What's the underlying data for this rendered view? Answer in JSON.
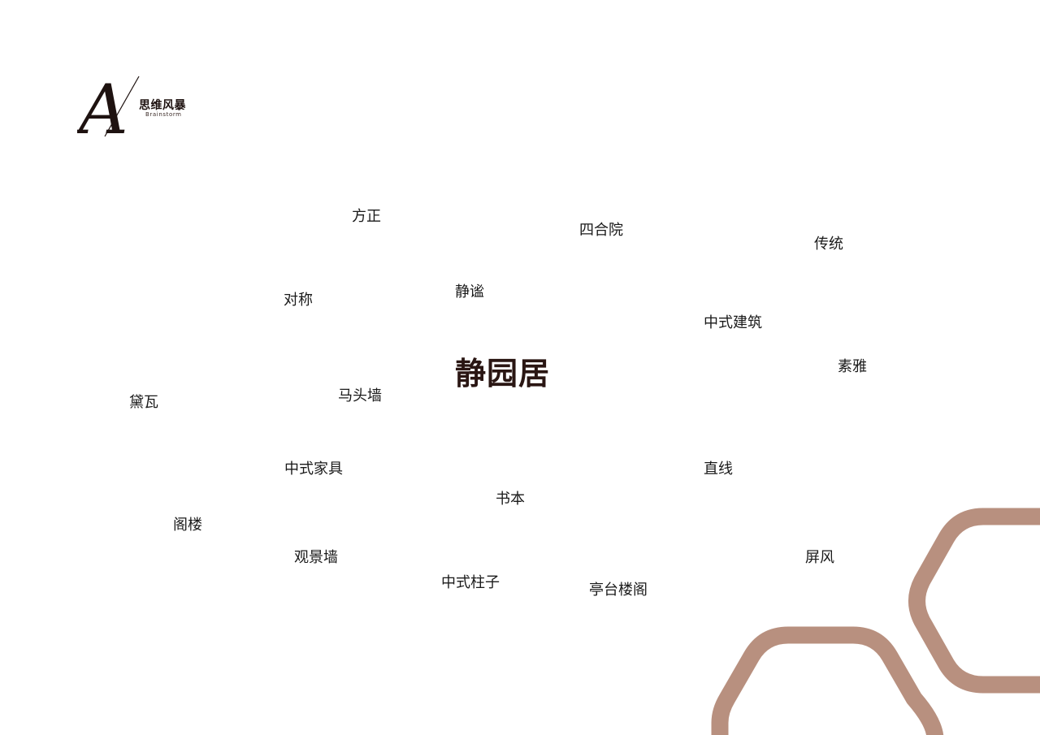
{
  "logo": {
    "letter": "A",
    "title": "思维风暴",
    "subtitle": "Brainstorm"
  },
  "center_word": "静园居",
  "words": [
    {
      "id": "fangzheng",
      "text": "方正"
    },
    {
      "id": "siheyuan",
      "text": "四合院"
    },
    {
      "id": "chuantong",
      "text": "传统"
    },
    {
      "id": "duichen",
      "text": "对称"
    },
    {
      "id": "jingmi",
      "text": "静谧"
    },
    {
      "id": "zhongshi-jianzhu",
      "text": "中式建筑"
    },
    {
      "id": "suya",
      "text": "素雅"
    },
    {
      "id": "daiwa",
      "text": "黛瓦"
    },
    {
      "id": "matouqiang",
      "text": "马头墙"
    },
    {
      "id": "zhongshi-jiaju",
      "text": "中式家具"
    },
    {
      "id": "zhixian",
      "text": "直线"
    },
    {
      "id": "shuben",
      "text": "书本"
    },
    {
      "id": "gelou",
      "text": "阁楼"
    },
    {
      "id": "guanjingqiang",
      "text": "观景墙"
    },
    {
      "id": "pingfeng",
      "text": "屏风"
    },
    {
      "id": "zhongshi-zhuzi",
      "text": "中式柱子"
    },
    {
      "id": "tingtai-louge",
      "text": "亭台楼阁"
    }
  ],
  "colors": {
    "accent": "#b8907f",
    "center_text": "#2a1613",
    "text": "#1a1a1a",
    "logo": "#1e1210"
  }
}
